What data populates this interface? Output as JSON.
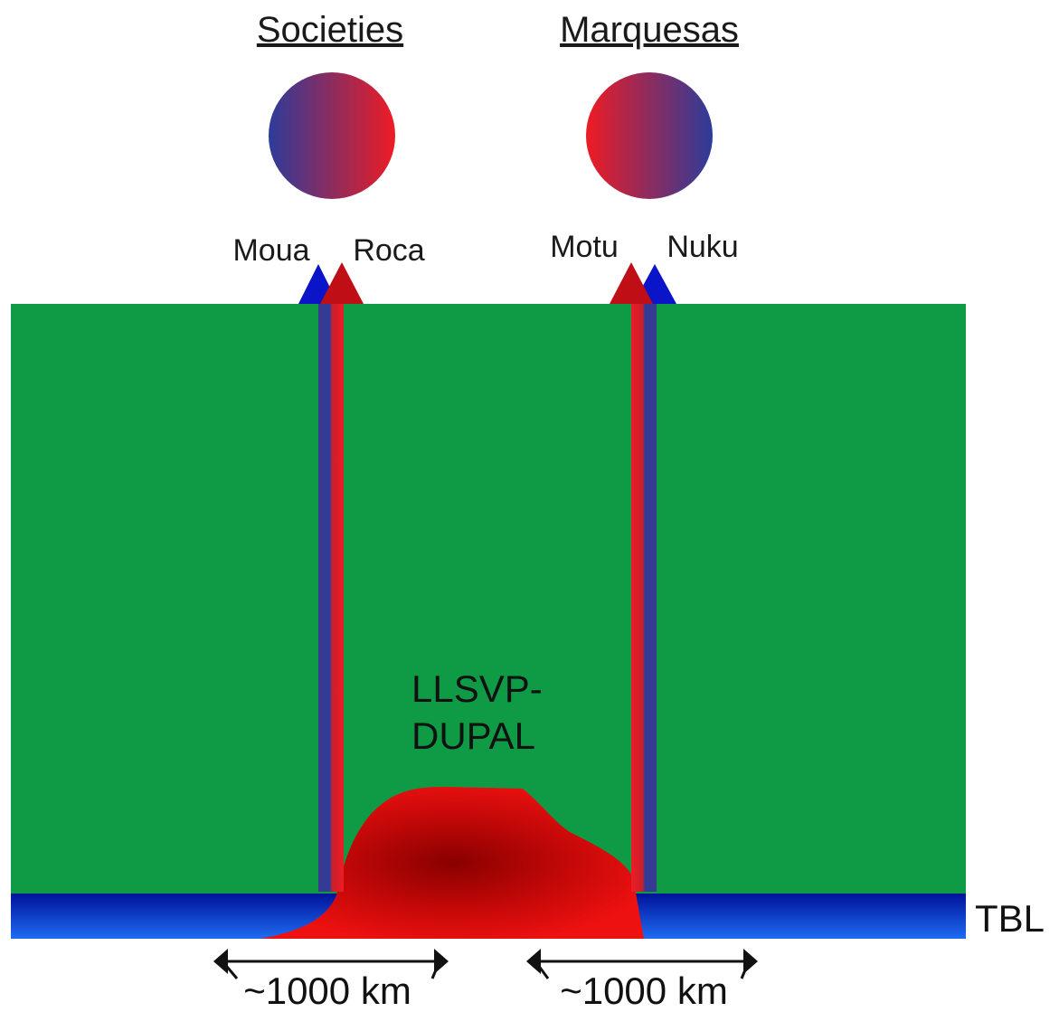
{
  "groups": [
    {
      "title": "Societies",
      "volcano_left": "Moua",
      "volcano_right": "Roca"
    },
    {
      "title": "Marquesas",
      "volcano_left": "Motu",
      "volcano_right": "Nuku"
    }
  ],
  "llsvp_label_line1": "LLSVP-",
  "llsvp_label_line2": "DUPAL",
  "boundary_label": "TBL",
  "distance_left": "~1000 km",
  "distance_right": "~1000 km",
  "colors": {
    "mantle": "#0f9a46",
    "enriched": "#e8141a",
    "depleted": "#2c3c9a",
    "tbl_dark": "#00129a",
    "tbl_light": "#1464f0",
    "llsvp_core": "#8a0000"
  }
}
